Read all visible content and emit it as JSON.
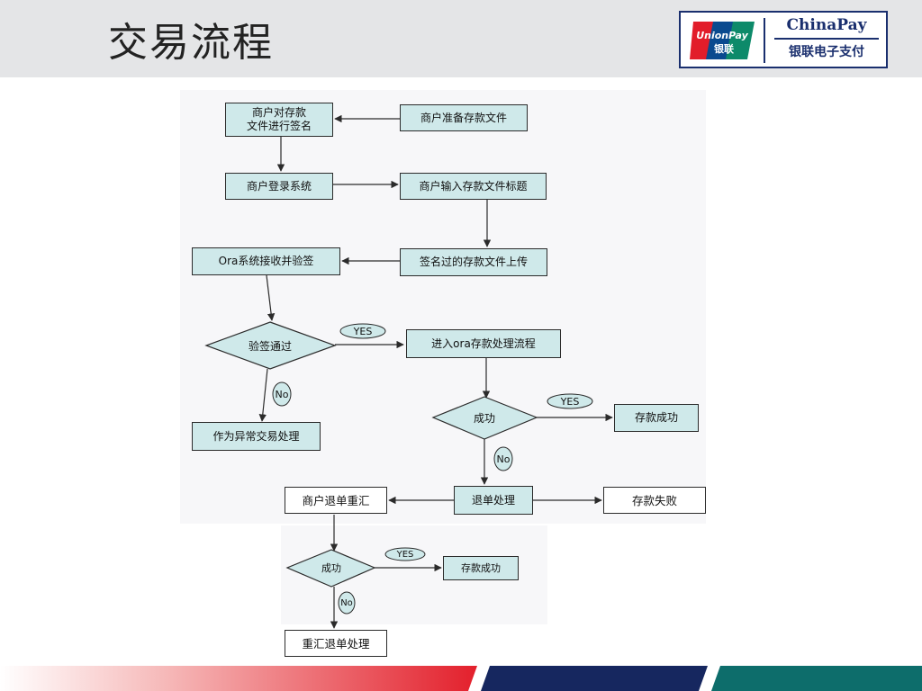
{
  "slide": {
    "title": "交易流程"
  },
  "logo": {
    "unionpay_lines": [
      "UnionPay",
      "银联"
    ],
    "chinapay_text": "ChinaPay",
    "chinapay_cn": "银联电子支付"
  },
  "flow": {
    "nodes": {
      "merchant_sign": "商户对存款\n文件进行签名",
      "prepare_file": "商户准备存款文件",
      "merchant_login": "商户登录系统",
      "input_title": "商户输入存款文件标题",
      "ora_receive": "Ora系统接收并验签",
      "upload_signed": "签名过的存款文件上传",
      "verify_pass": "验签通过",
      "enter_ora": "进入ora存款处理流程",
      "success_1": "成功",
      "deposit_success_1": "存款成功",
      "abnormal": "作为异常交易处理",
      "refund_process": "退单处理",
      "merchant_resend": "商户退单重汇",
      "deposit_fail": "存款失败",
      "success_2": "成功",
      "deposit_success_2": "存款成功",
      "resend_refund": "重汇退单处理"
    },
    "tags": {
      "yes_1": "YES",
      "no_1": "No",
      "yes_2": "YES",
      "no_2": "No",
      "yes_3": "YES",
      "no_3": "No"
    }
  },
  "colors": {
    "node_fill": "#cfe9ea",
    "stroke": "#2b2b2b",
    "footer_red": "#e3202c",
    "footer_navy": "#16275f",
    "footer_teal": "#0d6d6b",
    "brand_navy": "#1a2f6e"
  }
}
